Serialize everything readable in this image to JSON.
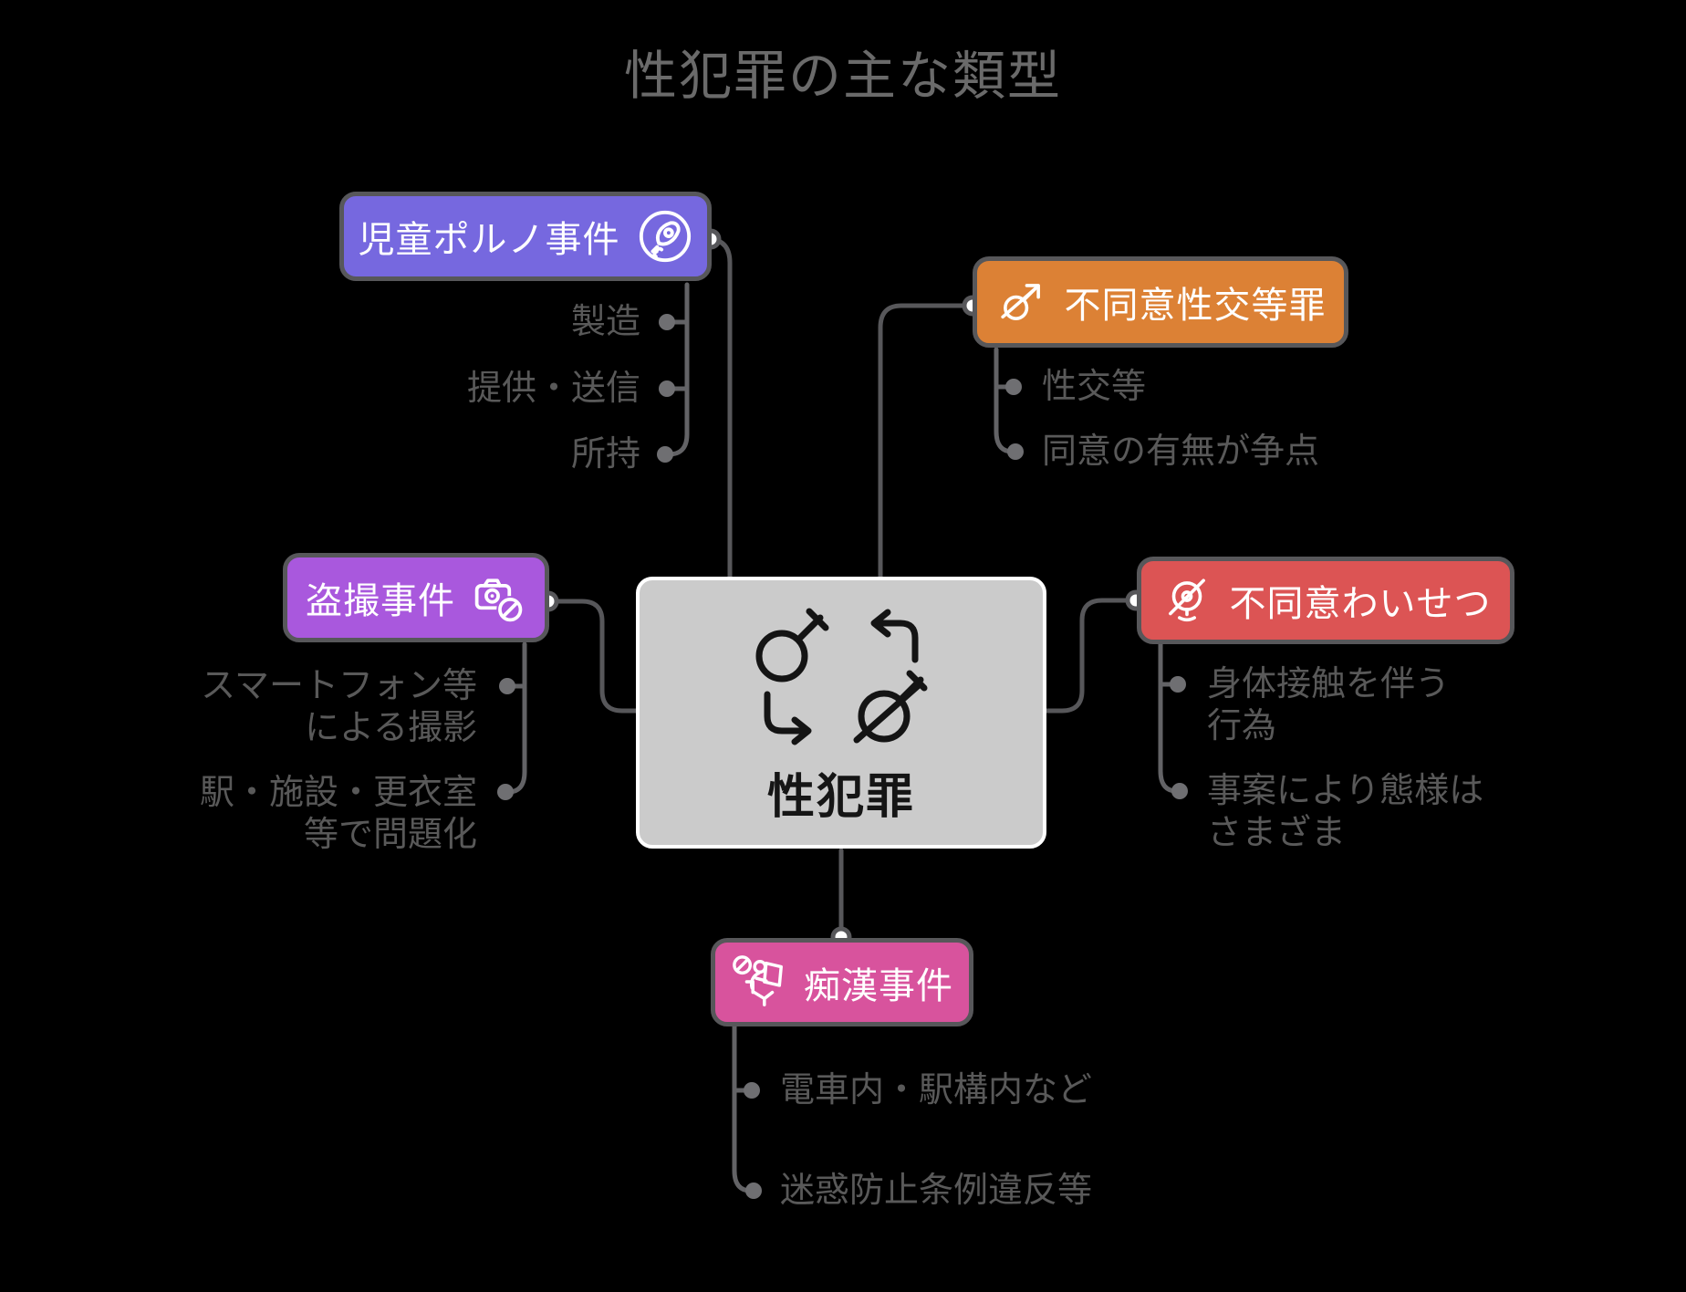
{
  "title": "性犯罪の主な類型",
  "center": {
    "label": "性犯罪",
    "icons": [
      "gender-cross-icon",
      "arrow-up-left-icon",
      "arrow-down-right-icon",
      "gender-slash-icon"
    ],
    "background": "#cbcbcb",
    "text_color": "#151515"
  },
  "nodes": [
    {
      "label": "児童ポルノ事件",
      "icon": "rocket-circle-icon",
      "color": "#7668df",
      "children": [
        {
          "text": "製造"
        },
        {
          "text": "提供・送信"
        },
        {
          "text": "所持"
        }
      ]
    },
    {
      "label": "不同意性交等罪",
      "icon": "mars-slash-icon",
      "color": "#dc8135",
      "children": [
        {
          "text": "性交等"
        },
        {
          "text": "同意の有無が争点"
        }
      ]
    },
    {
      "label": "盗撮事件",
      "icon": "camera-ban-icon",
      "color": "#a958dd",
      "children": [
        {
          "text": "スマートフォン等\nによる撮影"
        },
        {
          "text": "駅・施設・更衣室\n等で問題化"
        }
      ]
    },
    {
      "label": "不同意わいせつ",
      "icon": "webcam-slash-icon",
      "color": "#dc5454",
      "children": [
        {
          "text": "身体接触を伴う\n行為"
        },
        {
          "text": "事案により態様は\nさまざま"
        }
      ]
    },
    {
      "label": "痴漢事件",
      "icon": "groping-ban-icon",
      "color": "#d8539d",
      "children": [
        {
          "text": "電車内・駅構内など"
        },
        {
          "text": "迷惑防止条例違反等"
        }
      ]
    }
  ],
  "colors": {
    "background": "#000000",
    "title_text": "#6a6a6a",
    "node_border": "#57575a",
    "node_text": "#ffffff",
    "child_text": "#595959",
    "wire": "#57575a",
    "branch_dot": "#6f6f72"
  }
}
